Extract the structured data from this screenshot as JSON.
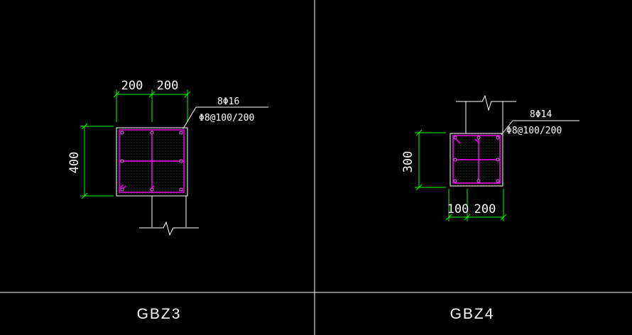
{
  "panels": [
    {
      "id": "gbz3",
      "title": "GBZ3",
      "dim_top_left": "200",
      "dim_top_right": "200",
      "dim_left": "400",
      "rebar_main": "8Φ16",
      "rebar_stirrup": "Φ8@100/200"
    },
    {
      "id": "gbz4",
      "title": "GBZ4",
      "dim_bottom_left": "100",
      "dim_bottom_right": "200",
      "dim_left": "300",
      "rebar_main": "8Φ14",
      "rebar_stirrup": "Φ8@100/200"
    }
  ],
  "colors": {
    "background": "#000000",
    "frame": "#ffffff",
    "dimension": "#00ff00",
    "stirrup": "#ff00ff",
    "outline": "#ffffff"
  }
}
